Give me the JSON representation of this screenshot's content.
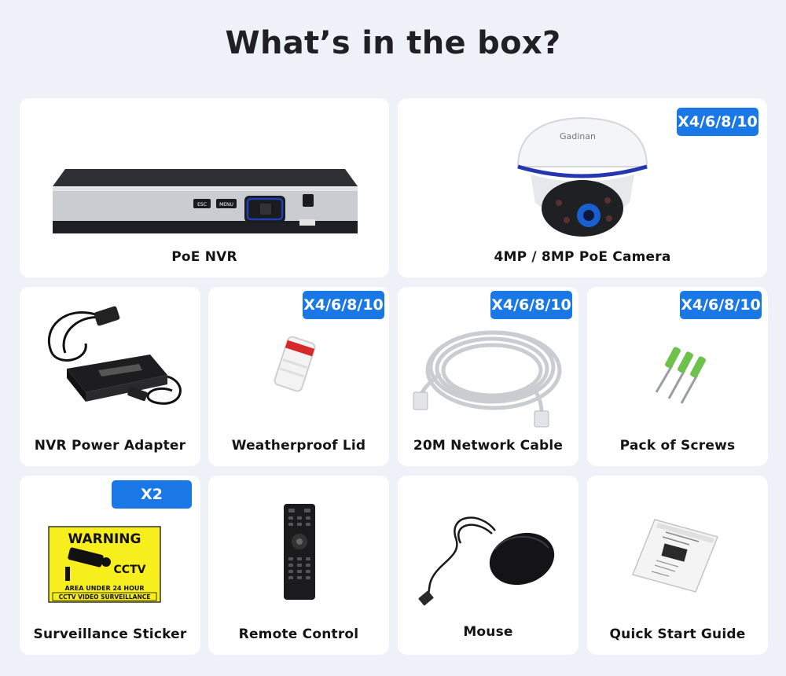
{
  "title": "What’s in the box?",
  "items": [
    {
      "label": "PoE NVR",
      "badge": ""
    },
    {
      "label": "4MP / 8MP PoE Camera",
      "badge": "X4/6/8/10"
    },
    {
      "label": "NVR Power Adapter",
      "badge": ""
    },
    {
      "label": "Weatherproof Lid",
      "badge": "X4/6/8/10"
    },
    {
      "label": "20M Network Cable",
      "badge": "X4/6/8/10"
    },
    {
      "label": "Pack of Screws",
      "badge": "X4/6/8/10"
    },
    {
      "label": "Surveillance Sticker",
      "badge": "X2"
    },
    {
      "label": "Remote Control",
      "badge": ""
    },
    {
      "label": "Mouse",
      "badge": ""
    },
    {
      "label": "Quick Start Guide",
      "badge": ""
    }
  ],
  "nvr_buttons": {
    "esc": "ESC",
    "menu": "MENU"
  },
  "camera_brand": "Gadinan",
  "sticker": {
    "heading": "WARNING",
    "cctv": "CCTV",
    "line1": "AREA UNDER 24 HOUR",
    "line2": "CCTV VIDEO SURVEILLANCE"
  },
  "colors": {
    "badge": "#1a78e6",
    "background": "#eef1f8",
    "sticker": "#f7ee1e"
  }
}
